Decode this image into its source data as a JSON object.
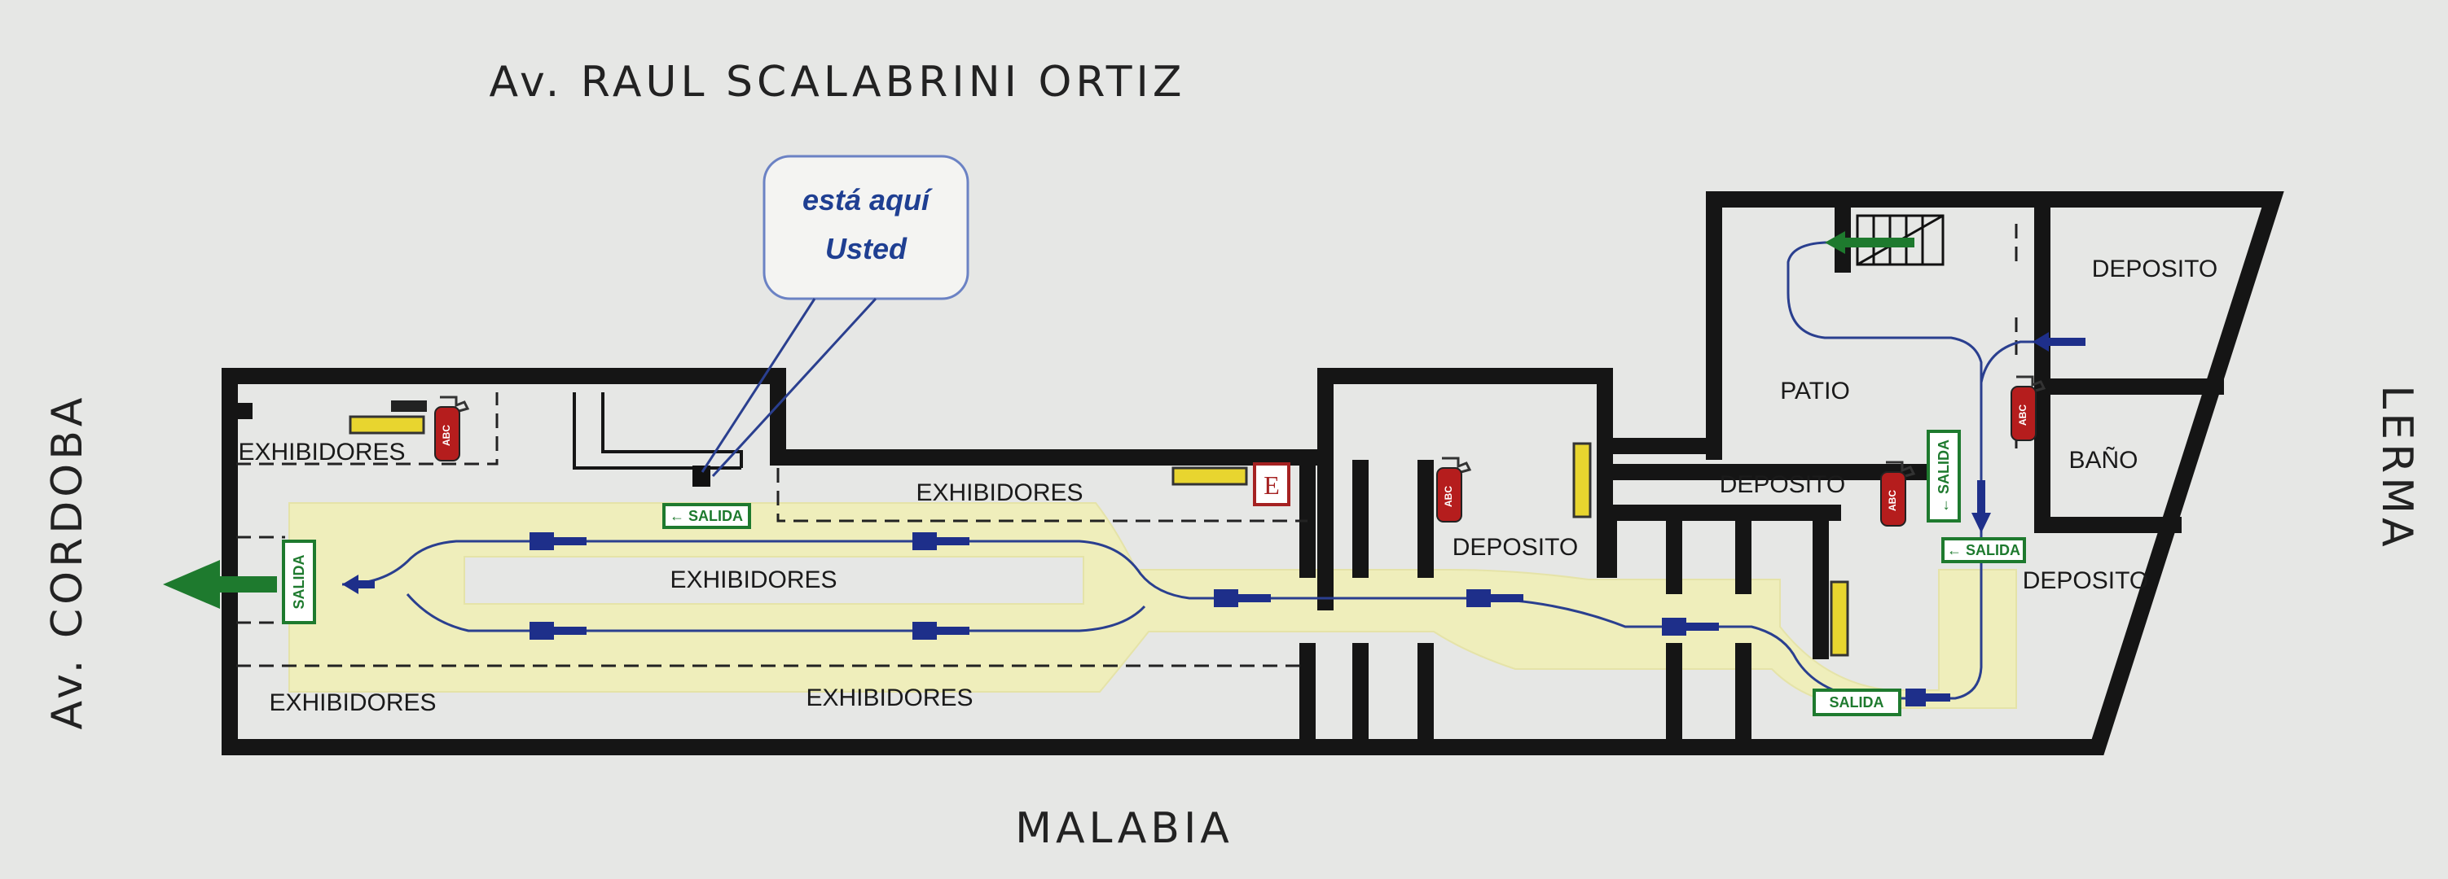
{
  "streets": {
    "north": "Av. RAUL SCALABRINI ORTIZ",
    "south": "MALABIA",
    "west": "Av. CORDOBA",
    "east": "LERMA"
  },
  "you_are_here": {
    "line1": "está aquí",
    "line2": "Usted"
  },
  "rooms": {
    "exhibidores_nw": "EXHIBIDORES",
    "exhibidores_n": "EXHIBIDORES",
    "exhibidores_center": "EXHIBIDORES",
    "exhibidores_sw": "EXHIBIDORES",
    "exhibidores_s": "EXHIBIDORES",
    "deposito_mid": "DEPOSITO",
    "deposito_center": "DEPOSITO",
    "deposito_ne": "DEPOSITO",
    "deposito_e": "DEPOSITO",
    "patio": "PATIO",
    "bano": "BAÑO"
  },
  "exit_signs": {
    "top": "← SALIDA",
    "west": "SALIDA",
    "patio": "← SALIDA",
    "right": "← SALIDA",
    "bottom": "SALIDA"
  },
  "markers": {
    "electrical": "E",
    "extinguisher": "ABC"
  },
  "colors": {
    "walls": "#151515",
    "escape_route_fill": "#efeebb",
    "route_arrows": "#1e2f8a",
    "exit_signs": "#1e7a2e",
    "extinguisher": "#b51d1d",
    "callout_text": "#1f3f92"
  }
}
